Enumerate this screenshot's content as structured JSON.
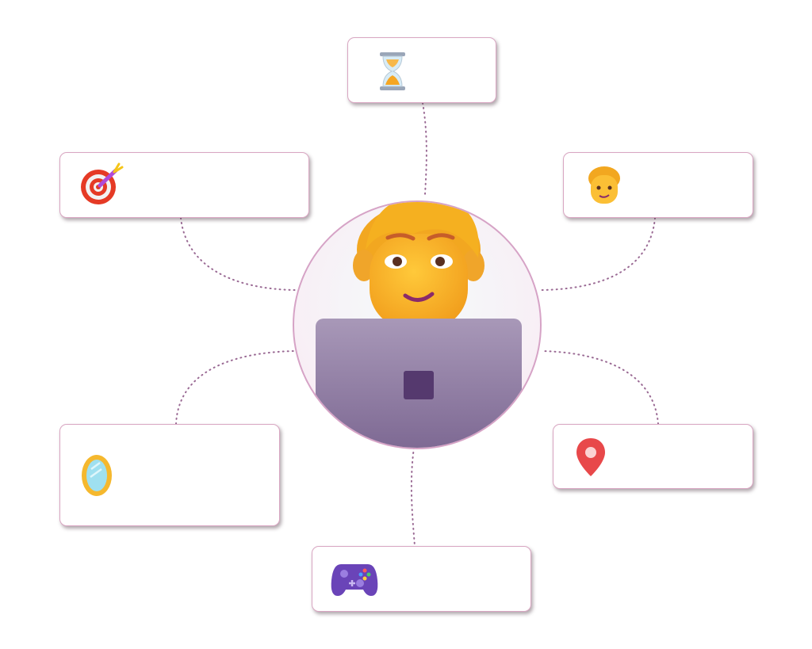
{
  "diagram": {
    "center": {
      "icon": "person-at-laptop-icon"
    },
    "nodes": [
      {
        "id": "top",
        "icon": "hourglass-icon"
      },
      {
        "id": "upper-left",
        "icon": "target-dart-icon"
      },
      {
        "id": "upper-right",
        "icon": "person-face-icon"
      },
      {
        "id": "lower-left",
        "icon": "mirror-icon"
      },
      {
        "id": "lower-right",
        "icon": "location-pin-icon"
      },
      {
        "id": "bottom",
        "icon": "game-controller-icon"
      }
    ],
    "colors": {
      "border": "#d9a6c2",
      "connector": "#9a6a94",
      "accent": "#f5b82e"
    }
  }
}
